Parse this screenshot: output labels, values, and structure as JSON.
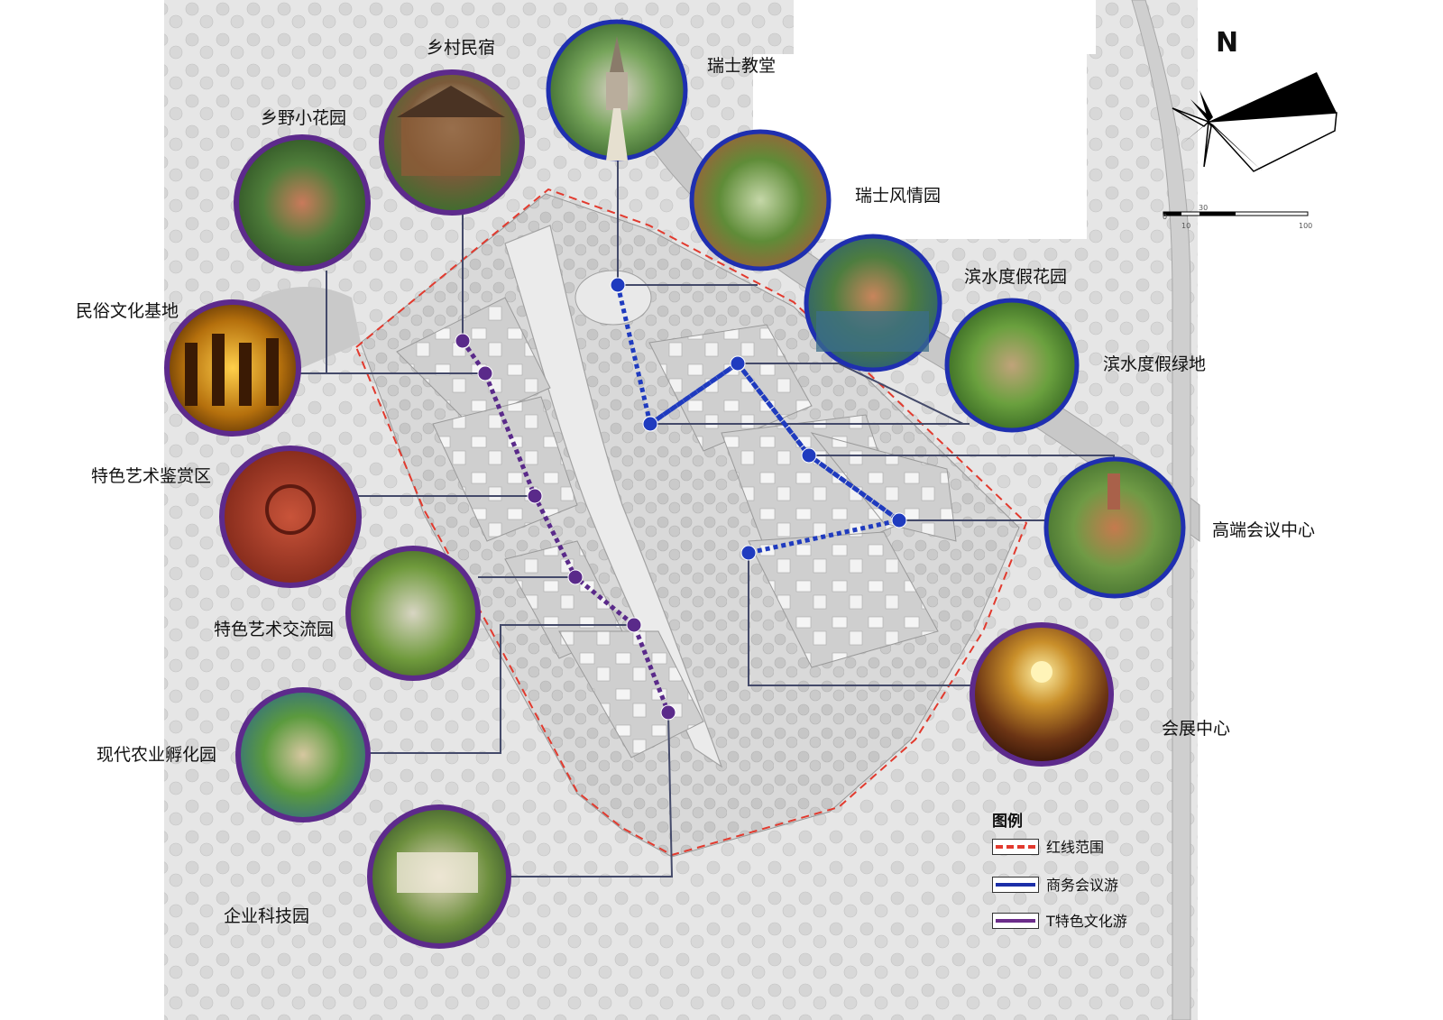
{
  "north_label": "N",
  "scale_labels": [
    "0",
    "10",
    "30",
    "100"
  ],
  "places": [
    {
      "id": "xiangcun-minsu",
      "name": "乡村民宿",
      "route": "culture"
    },
    {
      "id": "xiangye-huayuan",
      "name": "乡野小花园",
      "route": "culture"
    },
    {
      "id": "minsu-wenhua",
      "name": "民俗文化基地",
      "route": "culture"
    },
    {
      "id": "yishu-jianshang",
      "name": "特色艺术鉴赏区",
      "route": "culture"
    },
    {
      "id": "yishu-jiaoliu",
      "name": "特色艺术交流园",
      "route": "culture"
    },
    {
      "id": "xiandai-nongye",
      "name": "现代农业孵化园",
      "route": "culture"
    },
    {
      "id": "qiye-keji",
      "name": "企业科技园",
      "route": "culture"
    },
    {
      "id": "ruishi-jiaotang",
      "name": "瑞士教堂",
      "route": "business"
    },
    {
      "id": "ruishi-fengqing",
      "name": "瑞士风情园",
      "route": "business"
    },
    {
      "id": "binshui-huayuan",
      "name": "滨水度假花园",
      "route": "business"
    },
    {
      "id": "binshui-lvdi",
      "name": "滨水度假绿地",
      "route": "business"
    },
    {
      "id": "gaoduan-huiyi",
      "name": "高端会议中心",
      "route": "business"
    },
    {
      "id": "huizhan",
      "name": "会展中心",
      "route": "business"
    }
  ],
  "legend": {
    "title": "图例",
    "items": [
      {
        "label": "红线范围",
        "color": "#e23a2e",
        "style": "dashed"
      },
      {
        "label": "商务会议游",
        "color": "#1c2fa8",
        "style": "solid"
      },
      {
        "label": "T特色文化游",
        "color": "#6b2c8a",
        "style": "solid"
      }
    ]
  },
  "colors": {
    "business_route": "#1f3bbf",
    "culture_route": "#5a2a8a",
    "red_line": "#e23a2e",
    "ring_business": "#1f2fb0",
    "ring_culture": "#5d2a8c"
  }
}
